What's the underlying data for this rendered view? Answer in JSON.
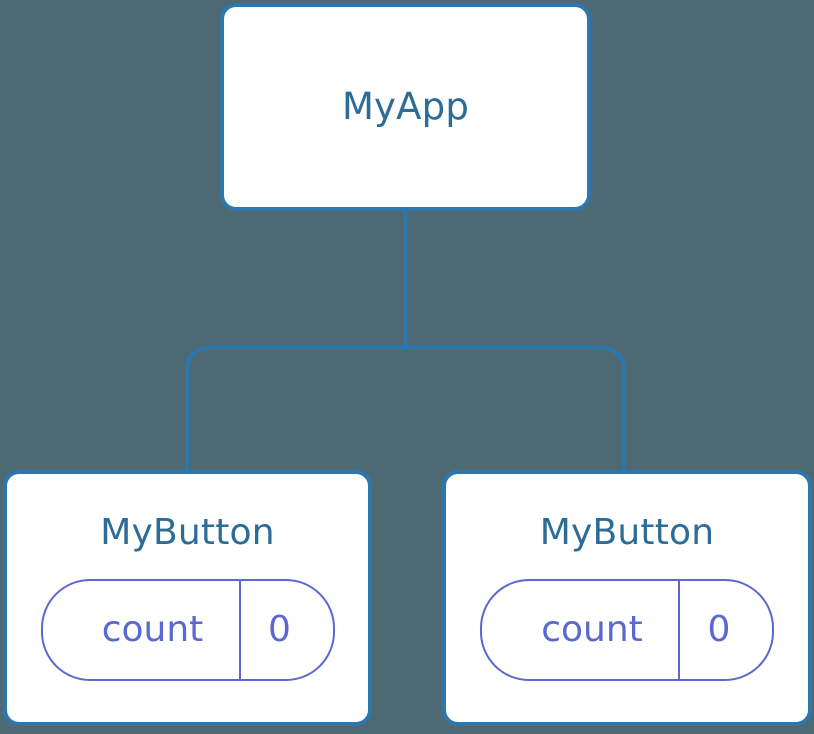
{
  "diagram": {
    "type": "component-tree",
    "title": "",
    "colors": {
      "background": "#4d6a74",
      "node_border": "#2e77ad",
      "node_fill": "#ffffff",
      "node_title_text": "#2d6c96",
      "connector": "#2e77ad",
      "state_accent": "#5a68cf"
    },
    "root": {
      "id": "myapp",
      "label": "MyApp",
      "state": []
    },
    "children": [
      {
        "id": "mybutton-left",
        "label": "MyButton",
        "state": [
          {
            "key": "count",
            "value": "0"
          }
        ]
      },
      {
        "id": "mybutton-right",
        "label": "MyButton",
        "state": [
          {
            "key": "count",
            "value": "0"
          }
        ]
      }
    ]
  }
}
